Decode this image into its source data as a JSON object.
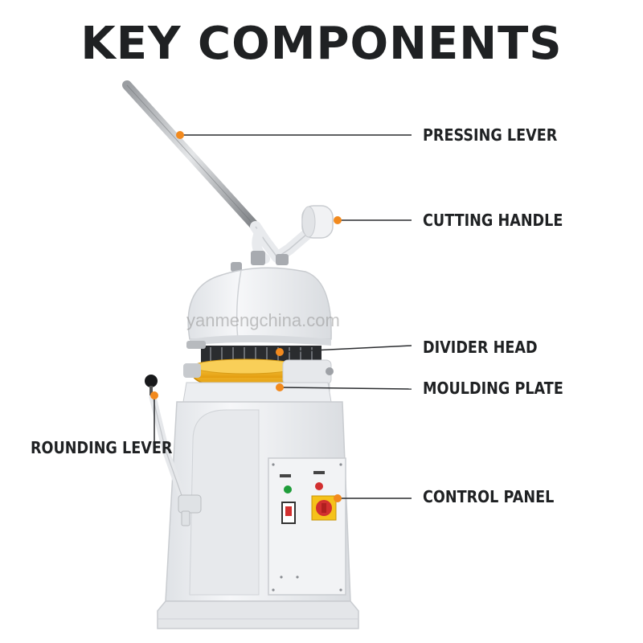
{
  "title": "KEY COMPONENTS",
  "watermark": "yanmengchina.com",
  "colors": {
    "accent": "#f28a1e",
    "machine": "#eef0f3",
    "plate": "#f3b41c",
    "text": "#1f2123"
  },
  "components": [
    {
      "label": "PRESSING LEVER"
    },
    {
      "label": "CUTTING HANDLE"
    },
    {
      "label": "DIVIDER HEAD"
    },
    {
      "label": "MOULDING PLATE"
    },
    {
      "label": "CONTROL PANEL"
    },
    {
      "label": "ROUNDING LEVER"
    }
  ]
}
